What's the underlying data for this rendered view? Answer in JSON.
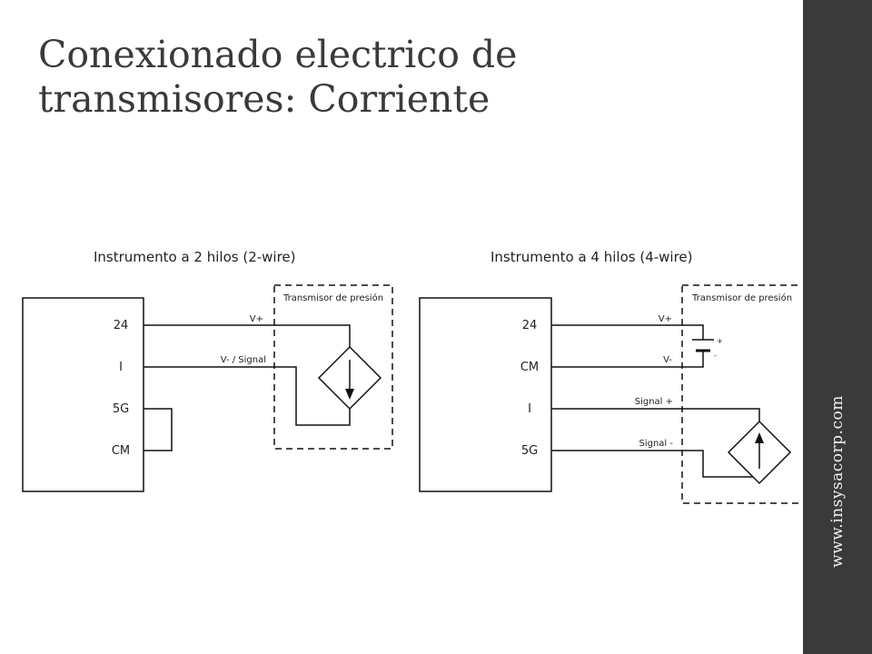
{
  "slide": {
    "title_line1": "Conexionado electrico de",
    "title_line2": "transmisores: Corriente",
    "sidebar_url": "www.insysacorp.com"
  },
  "diagram_2wire": {
    "heading": "Instrumento a 2 hilos (2-wire)",
    "transmitter_label": "Transmisor de presión",
    "terminals": [
      "24",
      "I",
      "5G",
      "CM"
    ],
    "wire_labels": [
      "V+",
      "V- / Signal"
    ],
    "current_source_direction": "down"
  },
  "diagram_4wire": {
    "heading": "Instrumento a 4 hilos (4-wire)",
    "transmitter_label": "Transmisor de presión",
    "terminals": [
      "24",
      "CM",
      "I",
      "5G"
    ],
    "wire_labels": [
      "V+",
      "V-",
      "Signal +",
      "Signal -"
    ],
    "battery_polarity": [
      "+",
      "-"
    ],
    "current_source_direction": "up"
  }
}
